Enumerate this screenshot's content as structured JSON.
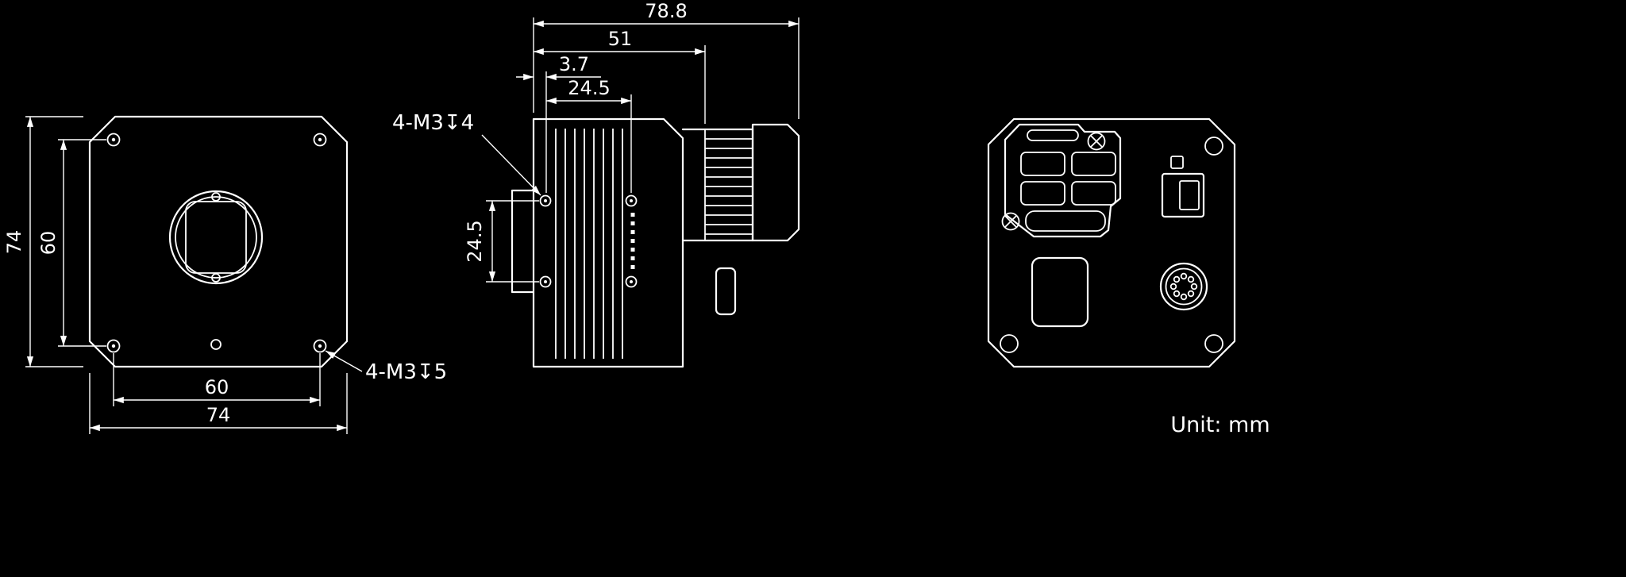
{
  "colors": {
    "background": "#000000",
    "line": "#ffffff"
  },
  "unit_label": "Unit: mm",
  "front_view": {
    "dim_height_outer": "74",
    "dim_height_holes": "60",
    "dim_width_holes": "60",
    "dim_width_outer": "74",
    "thread_callout": "4-M3↧5"
  },
  "side_view": {
    "dim_overall_depth": "78.8",
    "dim_body_depth": "51",
    "dim_hole_offset": "3.7",
    "dim_hole_spacing_horizontal": "24.5",
    "dim_hole_spacing_vertical": "24.5",
    "thread_callout": "4-M3↧4"
  }
}
